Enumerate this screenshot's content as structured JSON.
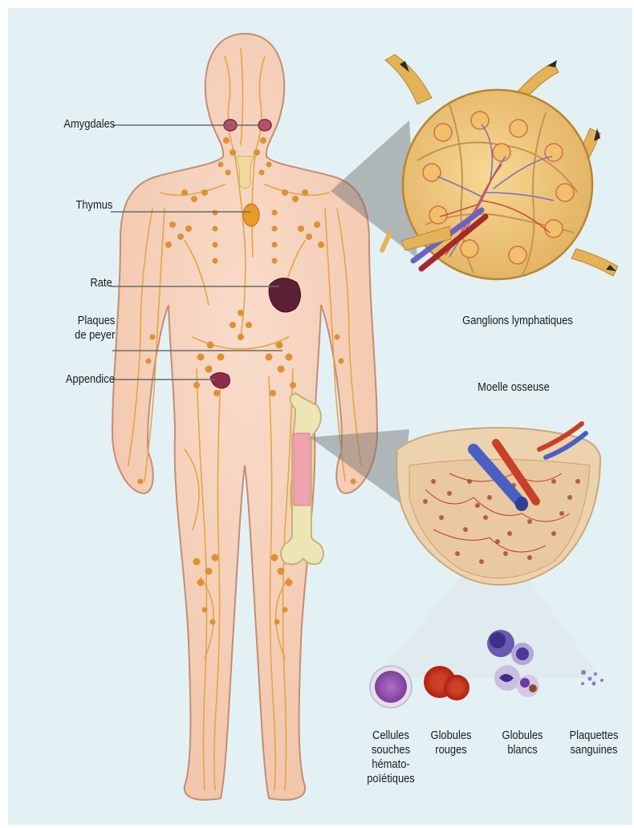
{
  "organs": {
    "tonsils": "Amygdales",
    "thymus": "Thymus",
    "spleen": "Rate",
    "peyer_line1": "Plaques",
    "peyer_line2": "de peyer",
    "appendix": "Appendice"
  },
  "insets": {
    "lymph_node": "Ganglions lymphatiques",
    "bone_marrow": "Moelle osseuse"
  },
  "cells": {
    "stem": [
      "Cellules",
      "souches",
      "hémato-",
      "poïétiques"
    ],
    "red": [
      "Globules",
      "rouges"
    ],
    "white": [
      "Globules",
      "blancs"
    ],
    "platelets": [
      "Plaquettes",
      "sanguines"
    ]
  },
  "colors": {
    "background": "#e3f1f5",
    "skin": "#f6d3bd",
    "lymph": "#e29a3a",
    "bone": "#ede6b4",
    "spleen": "#5b2035"
  }
}
